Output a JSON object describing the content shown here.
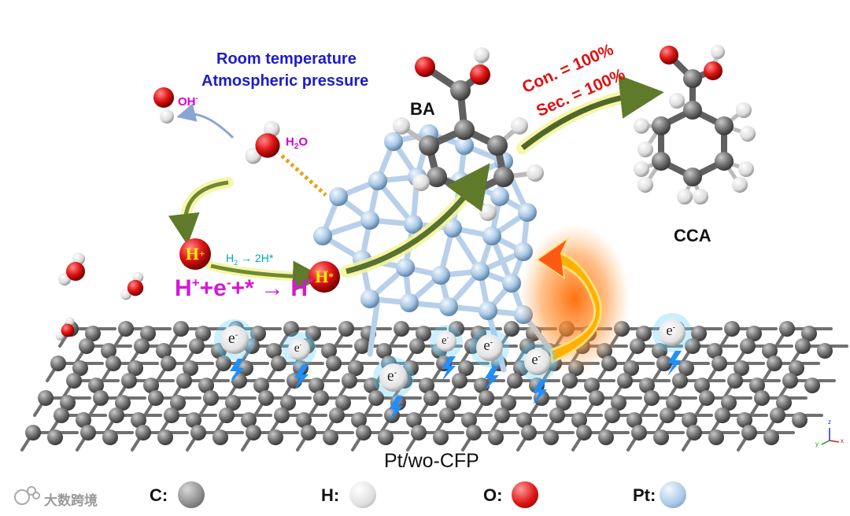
{
  "conditions": {
    "line1": "Room temperature",
    "line2": "Atmospheric pressure"
  },
  "molecules": {
    "reactant": "BA",
    "product": "CCA"
  },
  "results": {
    "conversion": "Con. = 100%",
    "selectivity": "Sec. = 100%"
  },
  "species": {
    "hydroxide": "OH",
    "hydroxide_sup": "-",
    "water": "H",
    "water_sub": "2",
    "water_tail": "O",
    "proton": "H",
    "proton_sup": "+",
    "adsorbed_h": "H",
    "adsorbed_sup": "*",
    "electron": "e",
    "electron_sup": "-"
  },
  "reactions": {
    "dissociation": "H",
    "dissociation_sub": "2",
    "dissociation_tail": " → 2H*",
    "reduction_parts": [
      "H",
      "+",
      "+e",
      "-",
      "+*",
      " → H",
      "*"
    ]
  },
  "catalyst": {
    "label": "Pt/wo-CFP"
  },
  "legend": [
    {
      "label": "C:",
      "color": "#8a8a8a"
    },
    {
      "label": "H:",
      "color": "#e8e8e8"
    },
    {
      "label": "O:",
      "color": "#e01515"
    },
    {
      "label": "Pt:",
      "color": "#a9c8e6"
    }
  ],
  "watermark": "大数跨境",
  "axis_triad": {
    "z": "z",
    "y": "y",
    "x": "x"
  },
  "colors": {
    "condition_text": "#1c1ccc",
    "result_text": "#e01010",
    "magenta": "#d21ad2",
    "cyan": "#00a6b8"
  }
}
